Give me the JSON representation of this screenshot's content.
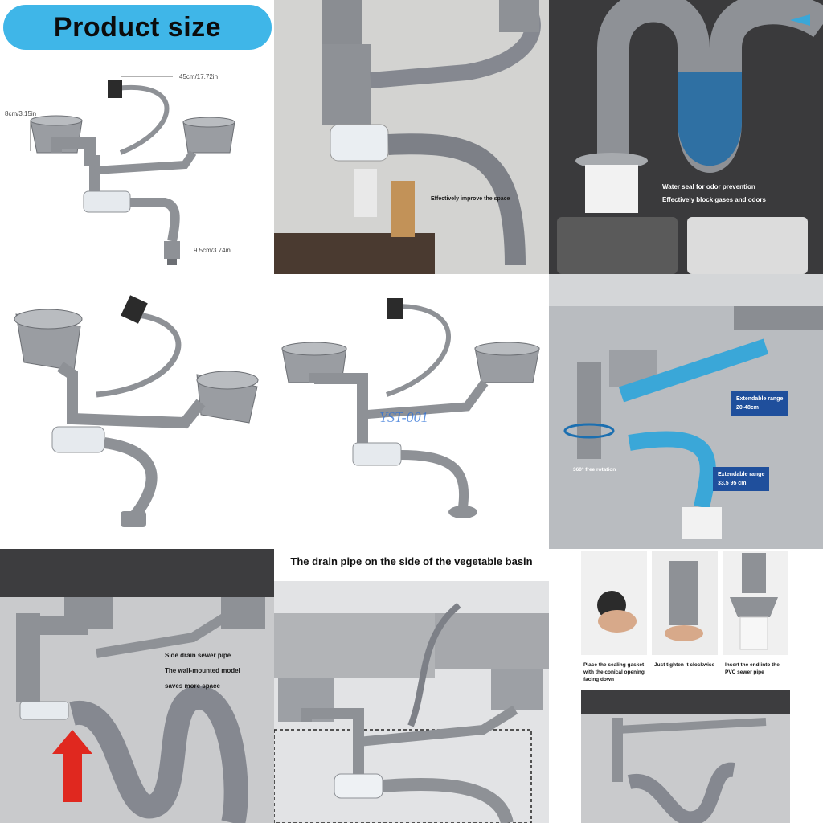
{
  "tile1": {
    "title": "Product size",
    "dim_hose_length": "45cm/17.72in",
    "dim_basin_height": "8cm/3.15in",
    "dim_outlet": "9.5cm/3.74in"
  },
  "tile2": {
    "caption": "Effectively improve the space"
  },
  "tile3": {
    "caption_line1": "Water seal for odor prevention",
    "caption_line2": "Effectively block gases and odors"
  },
  "tile5": {
    "watermark": "YST-001"
  },
  "tile6": {
    "range1_label": "Extendable range",
    "range1_value": "20-48cm",
    "range2_label": "Extendable range",
    "range2_value": "33.5 95 cm",
    "rotation_label": "360° free rotation"
  },
  "tile7": {
    "caption_line1": "Side drain sewer pipe",
    "caption_line2": "The wall-mounted model",
    "caption_line3": "saves more space"
  },
  "tile8": {
    "headline": "The drain pipe on the side of the vegetable basin"
  },
  "tile9": {
    "step1": "Place the sealing gasket with the conical opening facing down",
    "step2": "Just tighten it clockwise",
    "step3": "Insert the end into the PVC sewer pipe"
  },
  "colors": {
    "pill": "#3fb6e8",
    "pipe": "#8e9196",
    "hose_blue": "#3aa7d8",
    "arrow_red": "#e0281f",
    "box_blue": "#1f4f9c"
  }
}
